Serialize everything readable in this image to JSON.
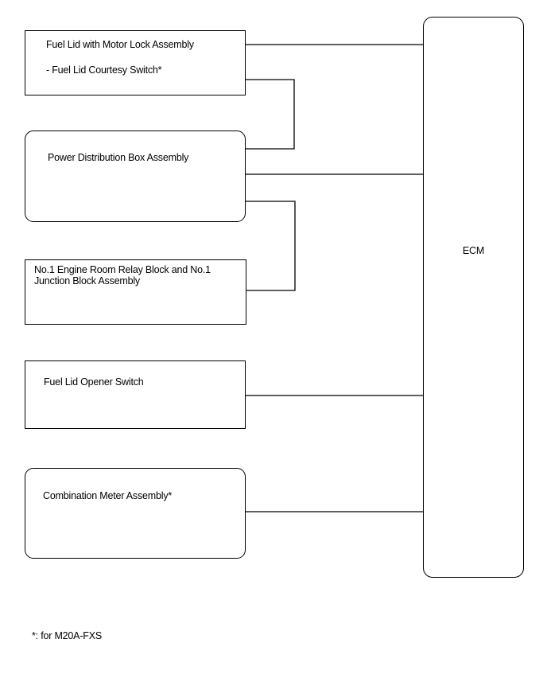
{
  "blocks": {
    "fuel_lid_motor_lock": {
      "title": "Fuel Lid with Motor Lock Assembly",
      "subtitle": "- Fuel Lid Courtesy Switch*"
    },
    "power_distribution_box": {
      "title": "Power Distribution Box Assembly"
    },
    "relay_junction_block": {
      "title_line1": "No.1 Engine Room Relay Block and No.1",
      "title_line2": "Junction Block Assembly"
    },
    "fuel_lid_opener_switch": {
      "title": "Fuel Lid Opener Switch"
    },
    "combination_meter": {
      "title": "Combination Meter Assembly*"
    },
    "ecm": {
      "title": "ECM"
    }
  },
  "footnote": "*: for M20A-FXS"
}
